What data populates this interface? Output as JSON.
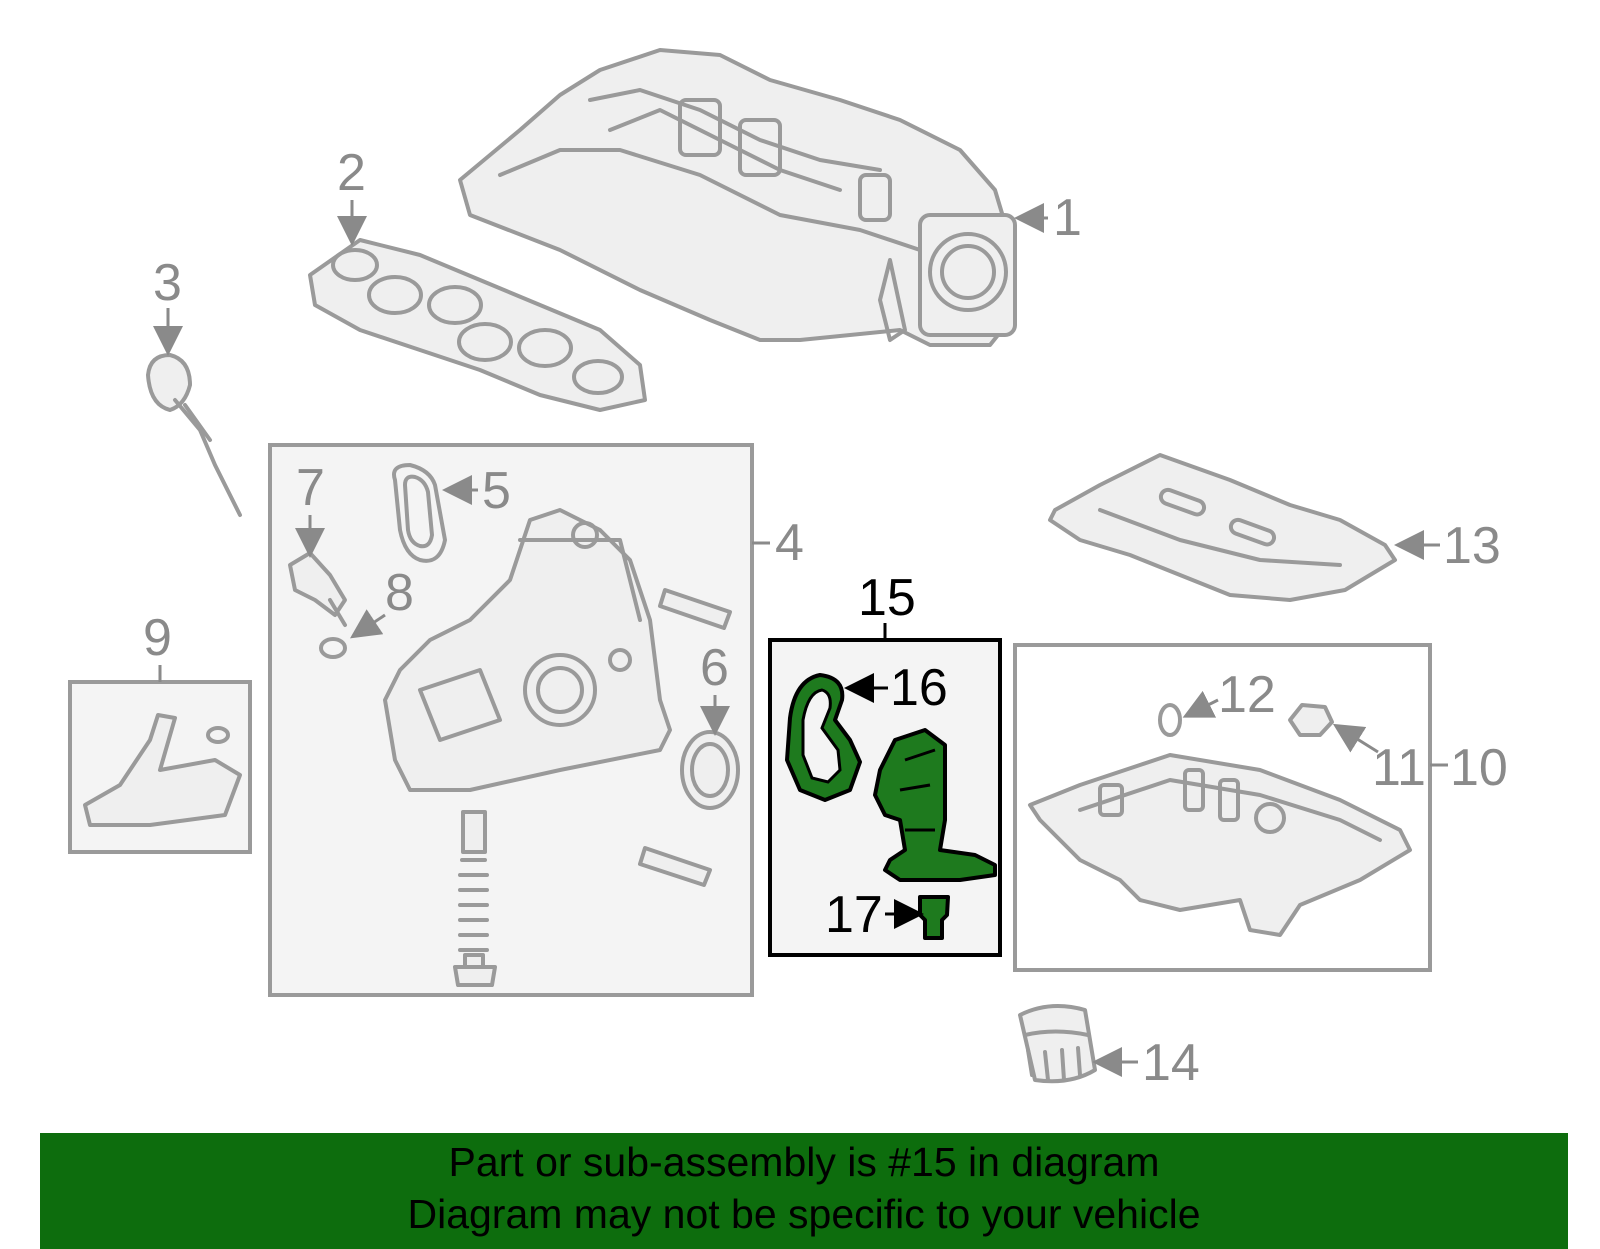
{
  "labels": {
    "p1": "1",
    "p2": "2",
    "p3": "3",
    "p4": "4",
    "p5": "5",
    "p6": "6",
    "p7": "7",
    "p8": "8",
    "p9": "9",
    "p10": "10",
    "p11": "11",
    "p12": "12",
    "p13": "13",
    "p14": "14",
    "p15": "15",
    "p16": "16",
    "p17": "17"
  },
  "banner": {
    "line1": "Part or sub-assembly is #15 in diagram",
    "line2": "Diagram may not be specific to your vehicle"
  },
  "colors": {
    "banner_bg": "#0d6d0d",
    "highlight_part": "#1e7a1e",
    "outline_gray": "#9a9a9a",
    "box_fill": "#f4f4f4"
  }
}
